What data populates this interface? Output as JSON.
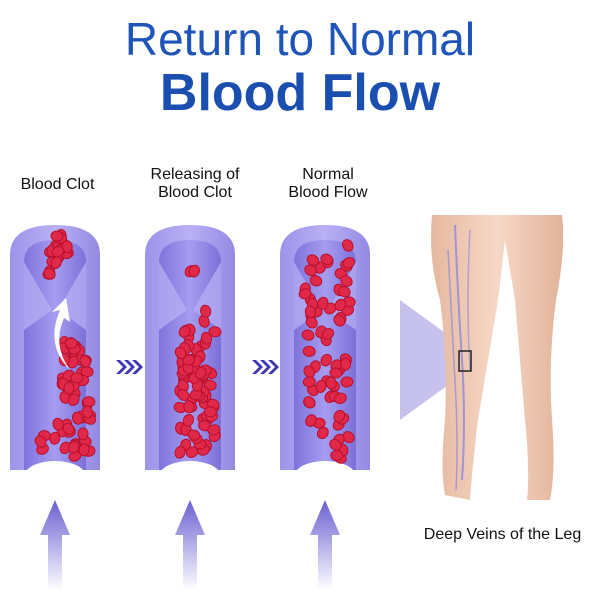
{
  "title": {
    "line1": "Return to Normal",
    "line2": "Blood Flow"
  },
  "stages": [
    {
      "label": "Blood Clot"
    },
    {
      "label_line1": "Releasing of",
      "label_line2": "Blood Clot"
    },
    {
      "label_line1": "Normal",
      "label_line2": "Blood Flow"
    }
  ],
  "leg_caption": "Deep Veins of the Leg",
  "colors": {
    "title": "#1f55b8",
    "vein": "#a69cf0",
    "cell": "#e02848",
    "skin": "#f1cdb6"
  }
}
